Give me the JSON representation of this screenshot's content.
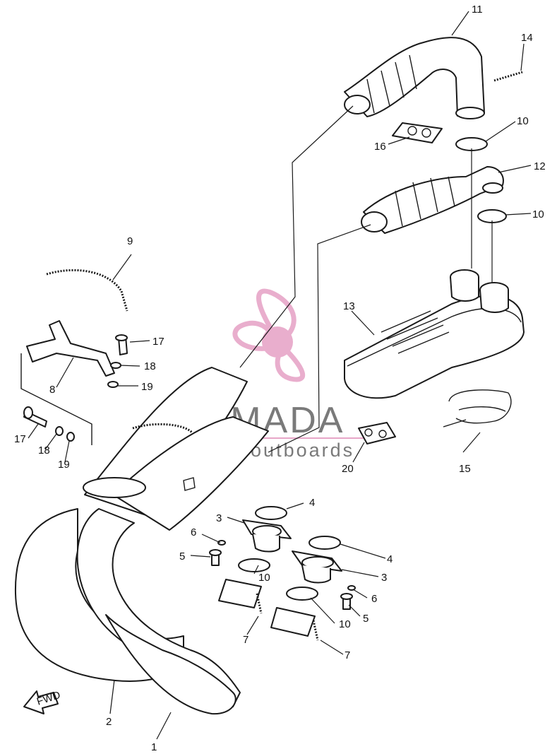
{
  "logo": {
    "name": "ARMADA",
    "tagline": "marine outboards",
    "mark_color": "#e7a6c8",
    "text_color": "#7a7a7a"
  },
  "fwd_label": "FWD",
  "callouts": [
    "1",
    "2",
    "3",
    "3",
    "4",
    "4",
    "5",
    "5",
    "6",
    "6",
    "7",
    "7",
    "8",
    "9",
    "10",
    "10",
    "10",
    "10",
    "11",
    "12",
    "13",
    "14",
    "15",
    "16",
    "17",
    "17",
    "18",
    "18",
    "19",
    "19",
    "20"
  ]
}
